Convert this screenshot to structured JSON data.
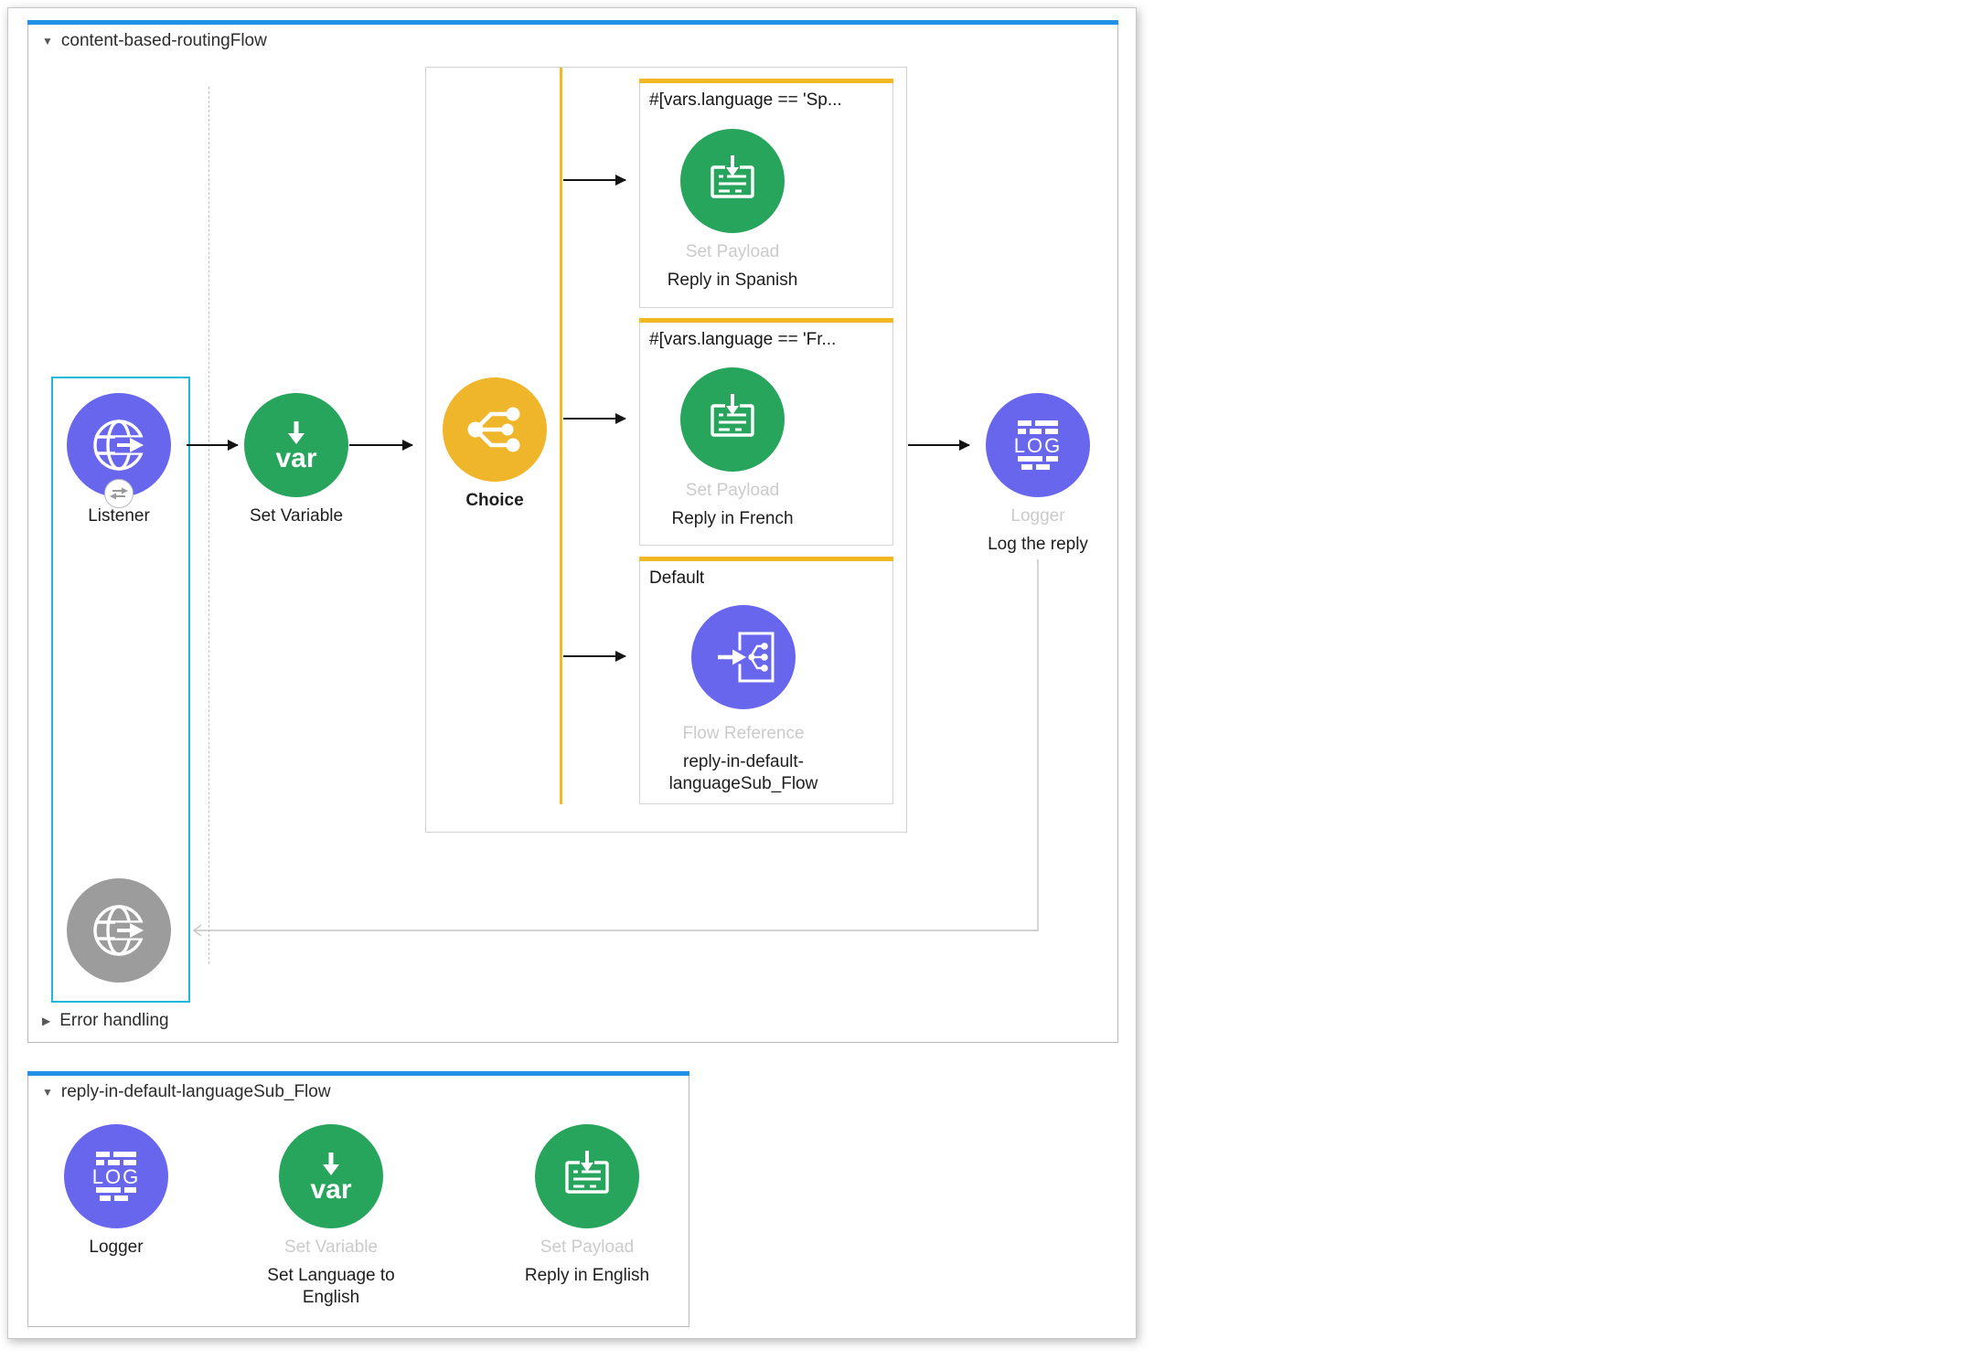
{
  "flow1": {
    "title": "content-based-routingFlow",
    "nodes": {
      "listener": {
        "label": "Listener"
      },
      "set_variable": {
        "label": "Set Variable"
      },
      "choice": {
        "label": "Choice"
      },
      "logger": {
        "type": "Logger",
        "name": "Log the reply"
      }
    },
    "branches": [
      {
        "condition": "#[vars.language == 'Sp...",
        "type": "Set Payload",
        "name": "Reply in Spanish"
      },
      {
        "condition": "#[vars.language == 'Fr...",
        "type": "Set Payload",
        "name": "Reply in French"
      },
      {
        "condition": "Default",
        "type": "Flow Reference",
        "name": "reply-in-default-languageSub_Flow"
      }
    ],
    "error_handling": {
      "label": "Error handling"
    }
  },
  "flow2": {
    "title": "reply-in-default-languageSub_Flow",
    "nodes": {
      "logger": {
        "label": "Logger"
      },
      "set_variable": {
        "type": "Set Variable",
        "name": "Set Language to English"
      },
      "set_payload": {
        "type": "Set Payload",
        "name": "Reply in English"
      }
    }
  },
  "icons": {
    "collapse_expanded": "▼",
    "collapse_collapsed": "▶",
    "var_glyph": "var",
    "log_glyph": "LOG",
    "listener_icon": "globe-with-arrow",
    "response_icon": "globe-with-arrow-gray",
    "exchange_badge_icon": "two-opposing-arrows",
    "set_variable_icon": "down-arrow-var",
    "choice_icon": "branch-split-dots",
    "set_payload_icon": "document-with-down-arrow",
    "flow_reference_icon": "arrow-into-subflow-box",
    "logger_icon": "log-lines-LOG"
  },
  "colors": {
    "connector_purple": "#6966ee",
    "transformer_green": "#28a55c",
    "router_yellow": "#f0b62b",
    "accent_bar_yellow": "#f2b822",
    "flow_accent_blue": "#2191e8",
    "selection_cyan": "#1cbad9",
    "disabled_gray": "#9c9c9c",
    "muted_label_gray": "#cbcbcb"
  }
}
